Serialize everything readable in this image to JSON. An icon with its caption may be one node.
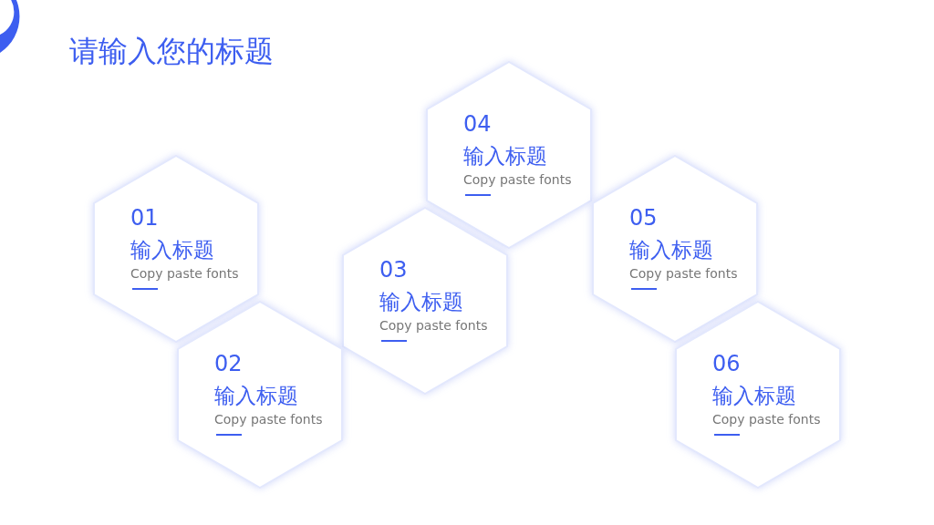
{
  "diagram": {
    "title": "请输入您的标题",
    "nodes": [
      {
        "text": [
          "01",
          "输入标题",
          "Copy paste fonts"
        ]
      },
      {
        "text": [
          "02",
          "输入标题",
          "Copy paste fonts"
        ]
      },
      {
        "text": [
          "03",
          "输入标题",
          "Copy paste fonts"
        ]
      },
      {
        "text": [
          "04",
          "输入标题",
          "Copy paste fonts"
        ]
      },
      {
        "text": [
          "05",
          "输入标题",
          "Copy paste fonts"
        ]
      },
      {
        "text": [
          "06",
          "输入标题",
          "Copy paste fonts"
        ]
      }
    ],
    "edges": []
  }
}
